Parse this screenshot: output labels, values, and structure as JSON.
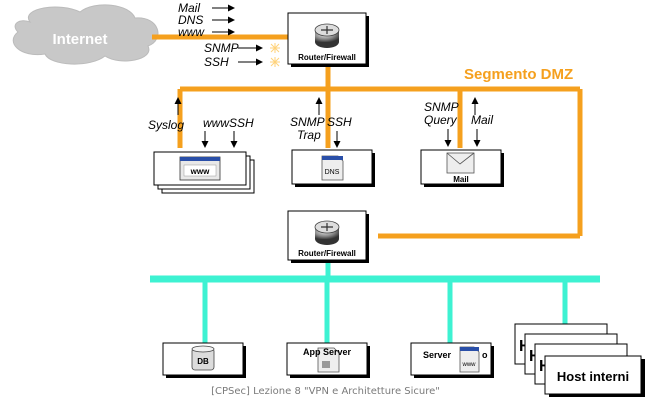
{
  "internet": "Internet",
  "inbound_labels": [
    "Mail",
    "DNS",
    "www"
  ],
  "blocked_labels": [
    "SNMP",
    "SSH"
  ],
  "router_top": "Router/Firewall",
  "segment_dmz": "Segmento DMZ",
  "web_server": {
    "icon_text": "www",
    "labels": [
      "Syslog",
      "www",
      "SSH"
    ]
  },
  "dns_server": {
    "icon_text": "DNS",
    "labels": [
      "SNMP",
      "SSH",
      "Trap"
    ]
  },
  "mail_server": {
    "name": "Mail",
    "labels": [
      "SNMP",
      "Query",
      "Mail"
    ]
  },
  "router_bottom": "Router/Firewall",
  "internal": {
    "db": "DB",
    "app_server": "App  Server",
    "server": "Server",
    "server_suffix": "o",
    "server_icon_text": "www",
    "hosts_front": "Host interni",
    "hosts_back": [
      "H",
      "H",
      "H"
    ]
  },
  "footer": "[CPSec] Lezione 8 \"VPN e Architetture Sicure\"",
  "colors": {
    "dmz": "#f5a01e",
    "lan": "#3df2d2",
    "cloud": "#c8c8c8",
    "router": "#555555"
  }
}
